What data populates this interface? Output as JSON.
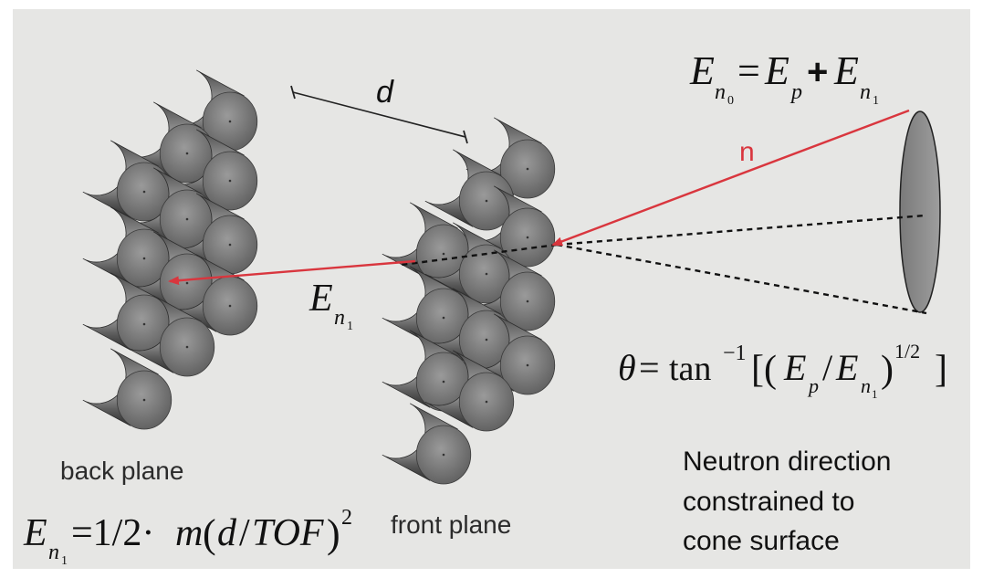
{
  "labels": {
    "distance": "d",
    "neutron": "n",
    "back_plane": "back plane",
    "front_plane": "front plane",
    "caption_line1": "Neutron direction",
    "caption_line2": "constrained to",
    "caption_line3": "cone surface"
  },
  "equations": {
    "energy_sum": {
      "lhs": "E",
      "lhs_sub": "n",
      "lhs_subsub": "0",
      "eq": "=",
      "t1": "E",
      "t1_sub": "p",
      "plus": "+",
      "t2": "E",
      "t2_sub": "n",
      "t2_subsub": "1"
    },
    "en1_label": {
      "base": "E",
      "sub": "n",
      "subsub": "1"
    },
    "theta": {
      "theta": "θ",
      "eq": "=",
      "fn": "tan",
      "sup": "−1",
      "open": "[(",
      "num": "E",
      "num_sub": "p",
      "slash": "/",
      "den": "E",
      "den_sub": "n",
      "den_subsub": "1",
      "close_paren": ")",
      "power": "1/2",
      "close_bracket": "]"
    },
    "tof": {
      "base": "E",
      "sub": "n",
      "subsub": "1",
      "rhs": "=1/2·",
      "m": "m",
      "open": "(",
      "d": "d",
      "slash": "/",
      "tof": "TOF",
      "close": ")",
      "power": "2"
    }
  },
  "colors": {
    "background": "#e6e6e4",
    "neutron_path": "#d9363e",
    "cone_lines": "#111111",
    "cylinder_dark": "#3a3a3a",
    "cylinder_light": "#9a9a9a",
    "disk": "#8a8a8a"
  }
}
